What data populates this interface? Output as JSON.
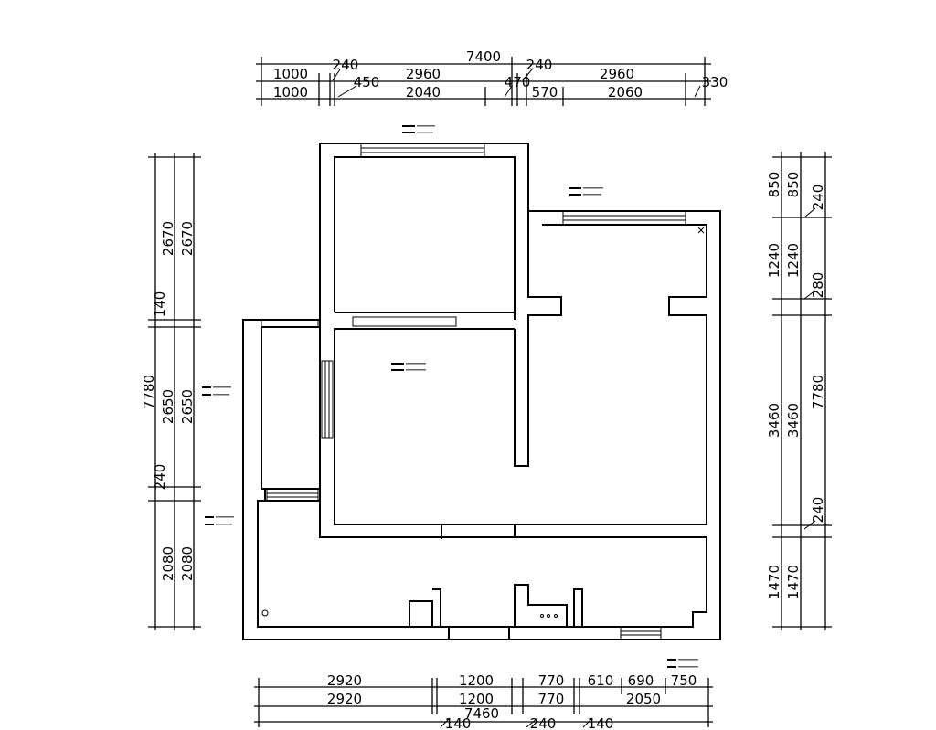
{
  "top": {
    "overall": "7400",
    "row1": [
      "1000",
      "240",
      "2960",
      "240",
      "2960",
      "330"
    ],
    "row2": [
      "1000",
      "450",
      "2040",
      "470",
      "570",
      "2060"
    ]
  },
  "bottom": {
    "overall": "7460",
    "row1": [
      "2920",
      "1200",
      "770",
      "610",
      "690",
      "750"
    ],
    "row2": [
      "2920",
      "1200",
      "770",
      "2050"
    ],
    "row3": [
      "140",
      "240",
      "140"
    ]
  },
  "left": {
    "overall": "7780",
    "outer": [
      "2670",
      "140",
      "2650",
      "240",
      "2080"
    ],
    "inner": [
      "2670",
      "2650",
      "2080"
    ]
  },
  "right": {
    "overall": "7780",
    "outer": [
      "850",
      "1240",
      "3460",
      "1470"
    ],
    "inner": [
      "850",
      "1240",
      "3460",
      "1470"
    ],
    "small": [
      "240",
      "280",
      "240"
    ]
  }
}
